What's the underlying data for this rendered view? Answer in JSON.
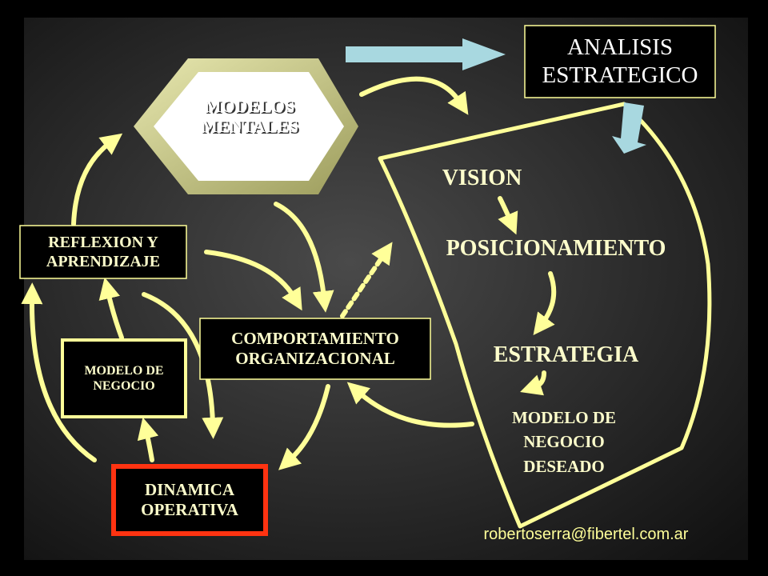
{
  "analisis": {
    "line1": "ANALISIS",
    "line2": "ESTRATEGICO"
  },
  "modelos": {
    "line1": "MODELOS",
    "line2": "MENTALES"
  },
  "reflexion": {
    "line1": "REFLEXION Y",
    "line2": "APRENDIZAJE"
  },
  "modelo_negocio": {
    "line1": "MODELO DE",
    "line2": "NEGOCIO"
  },
  "comportamiento": {
    "line1": "COMPORTAMIENTO",
    "line2": "ORGANIZACIONAL"
  },
  "dinamica": {
    "line1": "DINAMICA",
    "line2": "OPERATIVA"
  },
  "vision": "VISION",
  "posicionamiento": "POSICIONAMIENTO",
  "estrategia": "ESTRATEGIA",
  "deseado": {
    "line1": "MODELO DE",
    "line2": "NEGOCIO",
    "line3": "DESEADO"
  },
  "email": "robertoserra@fibertel.com.ar",
  "colors": {
    "arrow": "#ffff99",
    "dinamica_border": "#ff3311",
    "blue_arrow": "#a8d8e0",
    "hexagon": "#cccc80"
  }
}
